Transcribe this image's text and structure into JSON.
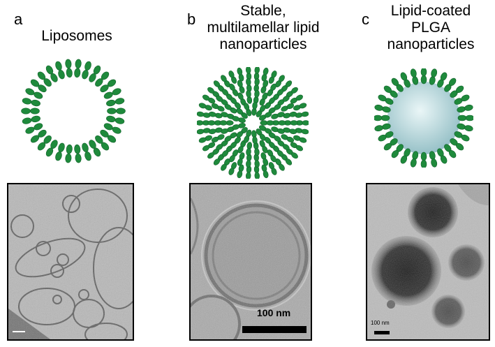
{
  "panels": [
    {
      "letter": "a",
      "title_lines": [
        "Liposomes"
      ]
    },
    {
      "letter": "b",
      "title_lines": [
        "Stable,",
        "multilamellar lipid",
        "nanoparticles"
      ],
      "scale_bar": "100 nm"
    },
    {
      "letter": "c",
      "title_lines": [
        "Lipid-coated",
        "PLGA",
        "nanoparticles"
      ],
      "scale_bar": "100 nm"
    }
  ],
  "colors": {
    "headgroup": "#1f8a3c",
    "headgroup_dark": "#11612a",
    "tail": "#e8b830",
    "plga_core_center": "#eaf6f7",
    "plga_core_edge": "#8fbcc3",
    "micro_bg_a": "#b9b9b9",
    "micro_bg_b": "#aaaaaa",
    "micro_bg_c": "#bdbdbd"
  }
}
